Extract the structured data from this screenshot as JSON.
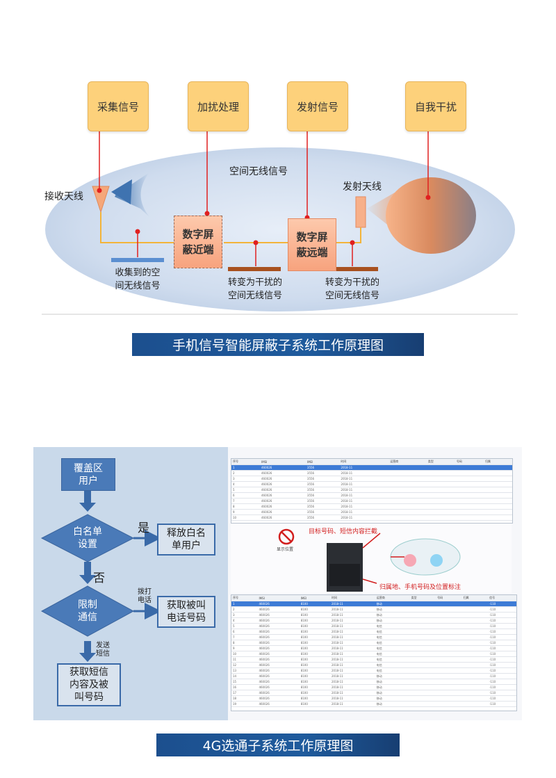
{
  "diagram1": {
    "boxes": [
      "采集信号",
      "加扰处理",
      "发射信号",
      "自我干扰"
    ],
    "space_signal": "空间无线信号",
    "receive_antenna": "接收天线",
    "transmit_antenna": "发射天线",
    "near_end": [
      "数字屏",
      "蔽近端"
    ],
    "far_end": [
      "数字屏",
      "蔽远端"
    ],
    "collected": [
      "收集到的空",
      "间无线信号"
    ],
    "converted1": [
      "转变为干扰的",
      "空间无线信号"
    ],
    "converted2": [
      "转变为干扰的",
      "空间无线信号"
    ],
    "title": "手机信号智能屏蔽子系统工作原理图"
  },
  "diagram2": {
    "flow": {
      "coverage_users": [
        "覆盖区",
        "用户"
      ],
      "whitelist_settings": [
        "白名单",
        "设置"
      ],
      "release_whitelist": [
        "释放白名",
        "单用户"
      ],
      "yes": "是",
      "no": "否",
      "restrict_comm": [
        "限制",
        "通信"
      ],
      "dial_phone": [
        "拨打",
        "电话"
      ],
      "get_callee": [
        "获取被叫",
        "电话号码"
      ],
      "send_sms": [
        "发送",
        "短信"
      ],
      "get_sms": [
        "获取短信",
        "内容及被",
        "叫号码"
      ]
    },
    "screenshot": {
      "target_label": "目标号码、短信内容拦截",
      "display_label": "显示位置",
      "locate_label": "归属地、手机号码及位置标注"
    },
    "title": "4G选通子系统工作原理图"
  },
  "colors": {
    "title_bar": "#1f5b9d",
    "top_box": "#fdd17b",
    "process_box": "#f7a37e",
    "flow_box": "#4a7ab8",
    "red_line": "#e02020",
    "signal_line": "#f3b43a"
  }
}
